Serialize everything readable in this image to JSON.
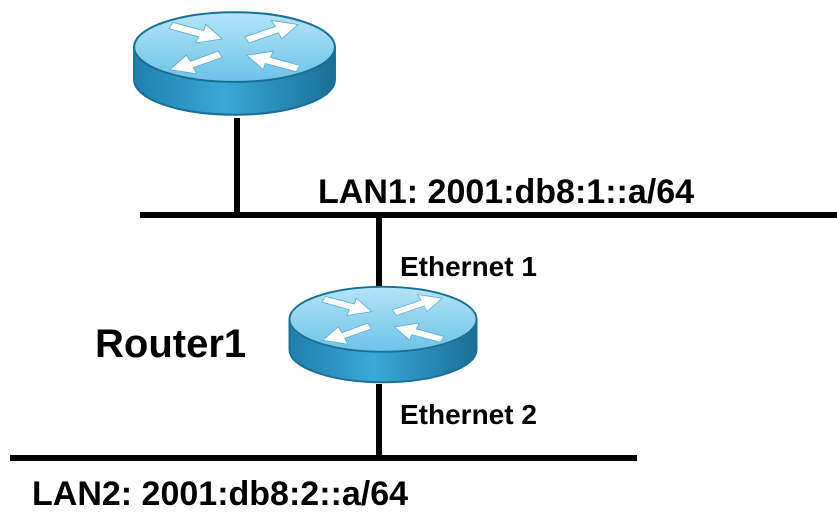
{
  "diagram": {
    "lan1_label": "LAN1: 2001:db8:1::a/64",
    "lan2_label": "LAN2: 2001:db8:2::a/64",
    "router1_label": "Router1",
    "ethernet1_label": "Ethernet 1",
    "ethernet2_label": "Ethernet 2"
  },
  "colors": {
    "router_body": "#2f9ac8",
    "router_top": "#8ed3f0",
    "router_edge": "#1a6f96",
    "arrow": "#ffffff",
    "line": "#000000",
    "text": "#000000"
  },
  "icons": {
    "router": "router-icon"
  }
}
